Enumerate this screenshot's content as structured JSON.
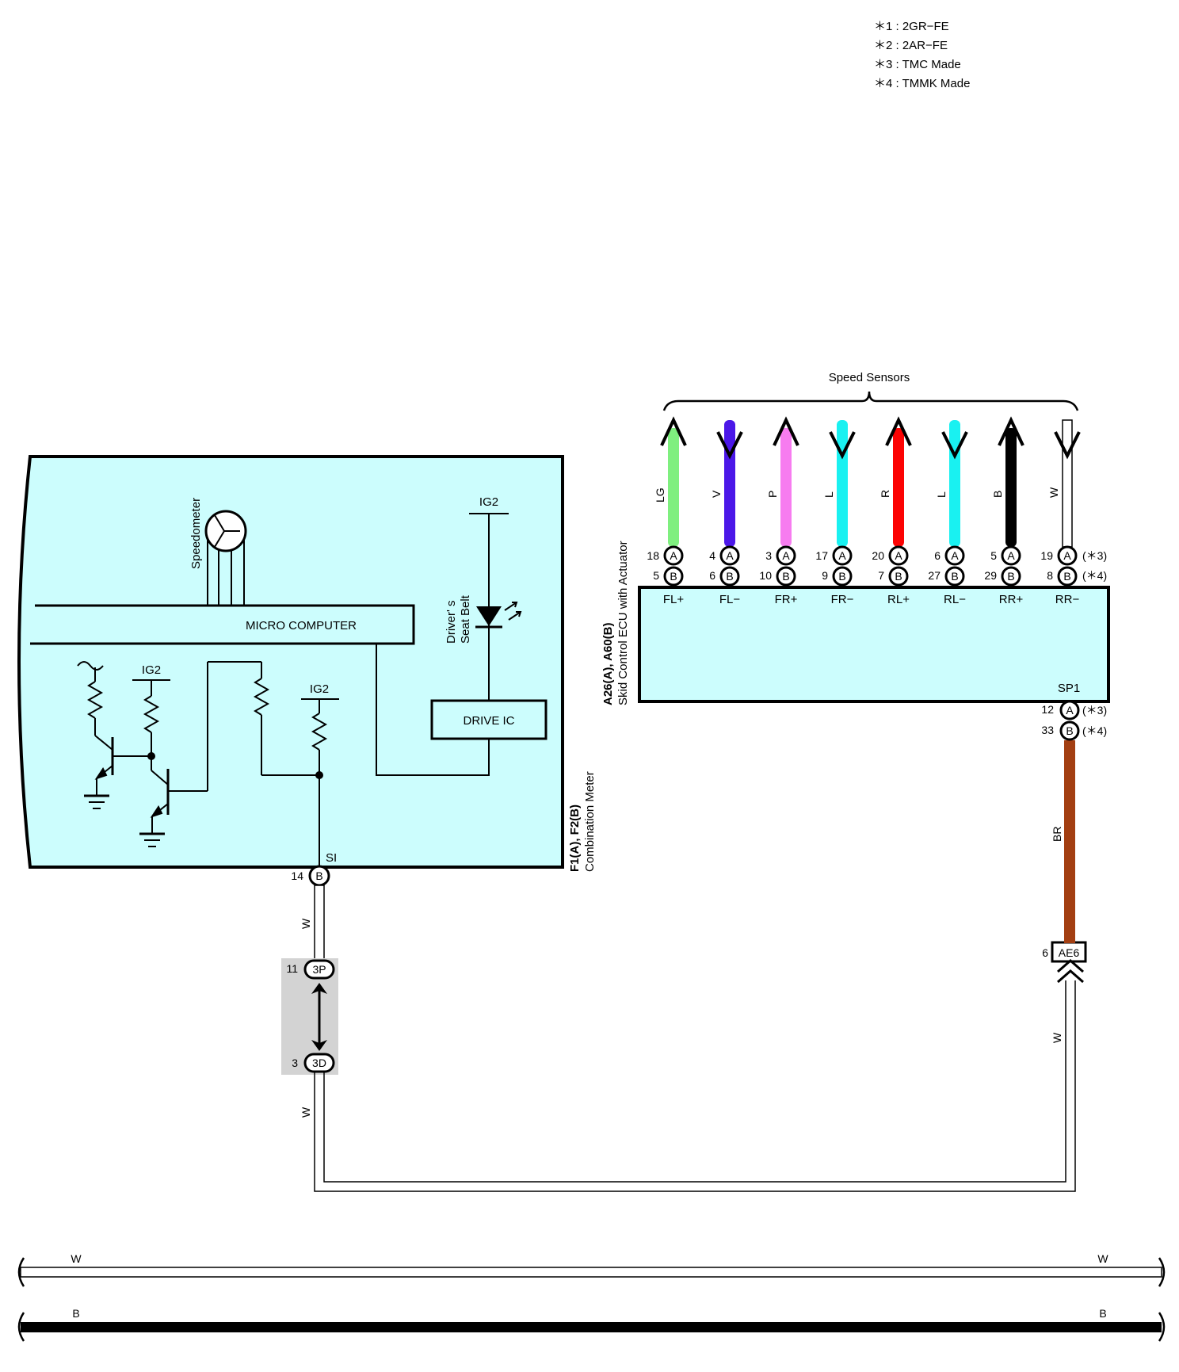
{
  "notes": [
    "＊1 : 2GR−FE",
    "＊2 : 2AR−FE",
    "＊3 : TMC Made",
    "＊4 : TMMK Made"
  ],
  "speed_sensors_label": "Speed Sensors",
  "colors": {
    "panel": "#ccfdfd",
    "LG": "#7fef7f",
    "V": "#4b17e8",
    "P": "#f77cf0",
    "L": "#19f1f1",
    "R": "#fc0303",
    "B": "#000000",
    "W": "#ffffff",
    "BR": "#a33f12",
    "gray_box": "#d3d3d3"
  },
  "combination_meter": {
    "name_line1": "F1(A), F2(B)",
    "name_line2": "Combination Meter",
    "speedometer": "Speedometer",
    "micro_computer": "MICRO COMPUTER",
    "drive_ic": "DRIVE IC",
    "seat_belt_line1": "Driver' s",
    "seat_belt_line2": "Seat Belt",
    "ig2": "IG2",
    "si": "SI",
    "pin_num": "14",
    "pin_conn": "B"
  },
  "skid_ecu": {
    "name_line1": "A26(A), A60(B)",
    "name_line2": "Skid Control ECU with Actuator",
    "sp1": "SP1",
    "sp1_pins": [
      {
        "num": "12",
        "conn": "A",
        "note": "(＊3)"
      },
      {
        "num": "33",
        "conn": "B",
        "note": "(＊4)"
      }
    ],
    "row_notes": [
      "(＊3)",
      "(＊4)"
    ],
    "terminals": [
      {
        "label": "FL+",
        "wire": "LG",
        "dir": "up",
        "pin_a": "18",
        "pin_b": "5"
      },
      {
        "label": "FL−",
        "wire": "V",
        "dir": "down",
        "pin_a": "4",
        "pin_b": "6"
      },
      {
        "label": "FR+",
        "wire": "P",
        "dir": "up",
        "pin_a": "3",
        "pin_b": "10"
      },
      {
        "label": "FR−",
        "wire": "L",
        "dir": "down",
        "pin_a": "17",
        "pin_b": "9"
      },
      {
        "label": "RL+",
        "wire": "R",
        "dir": "up",
        "pin_a": "20",
        "pin_b": "7"
      },
      {
        "label": "RL−",
        "wire": "L",
        "dir": "down",
        "pin_a": "6",
        "pin_b": "27"
      },
      {
        "label": "RR+",
        "wire": "B",
        "dir": "up",
        "pin_a": "5",
        "pin_b": "29"
      },
      {
        "label": "RR−",
        "wire": "W",
        "dir": "down",
        "pin_a": "19",
        "pin_b": "8"
      }
    ],
    "conn_a": "A",
    "conn_b": "B"
  },
  "wires": {
    "meter_out": "W",
    "after_3d": "W",
    "ecu_out": "BR",
    "after_ae6": "W"
  },
  "junction": {
    "top_pin": "11",
    "top_conn": "3P",
    "bottom_pin": "3",
    "bottom_conn": "3D"
  },
  "ae6": {
    "pin": "6",
    "conn": "AE6"
  },
  "buses": [
    {
      "wire": "W",
      "left_label": "W",
      "right_label": "W"
    },
    {
      "wire": "B",
      "left_label": "B",
      "right_label": "B"
    }
  ]
}
